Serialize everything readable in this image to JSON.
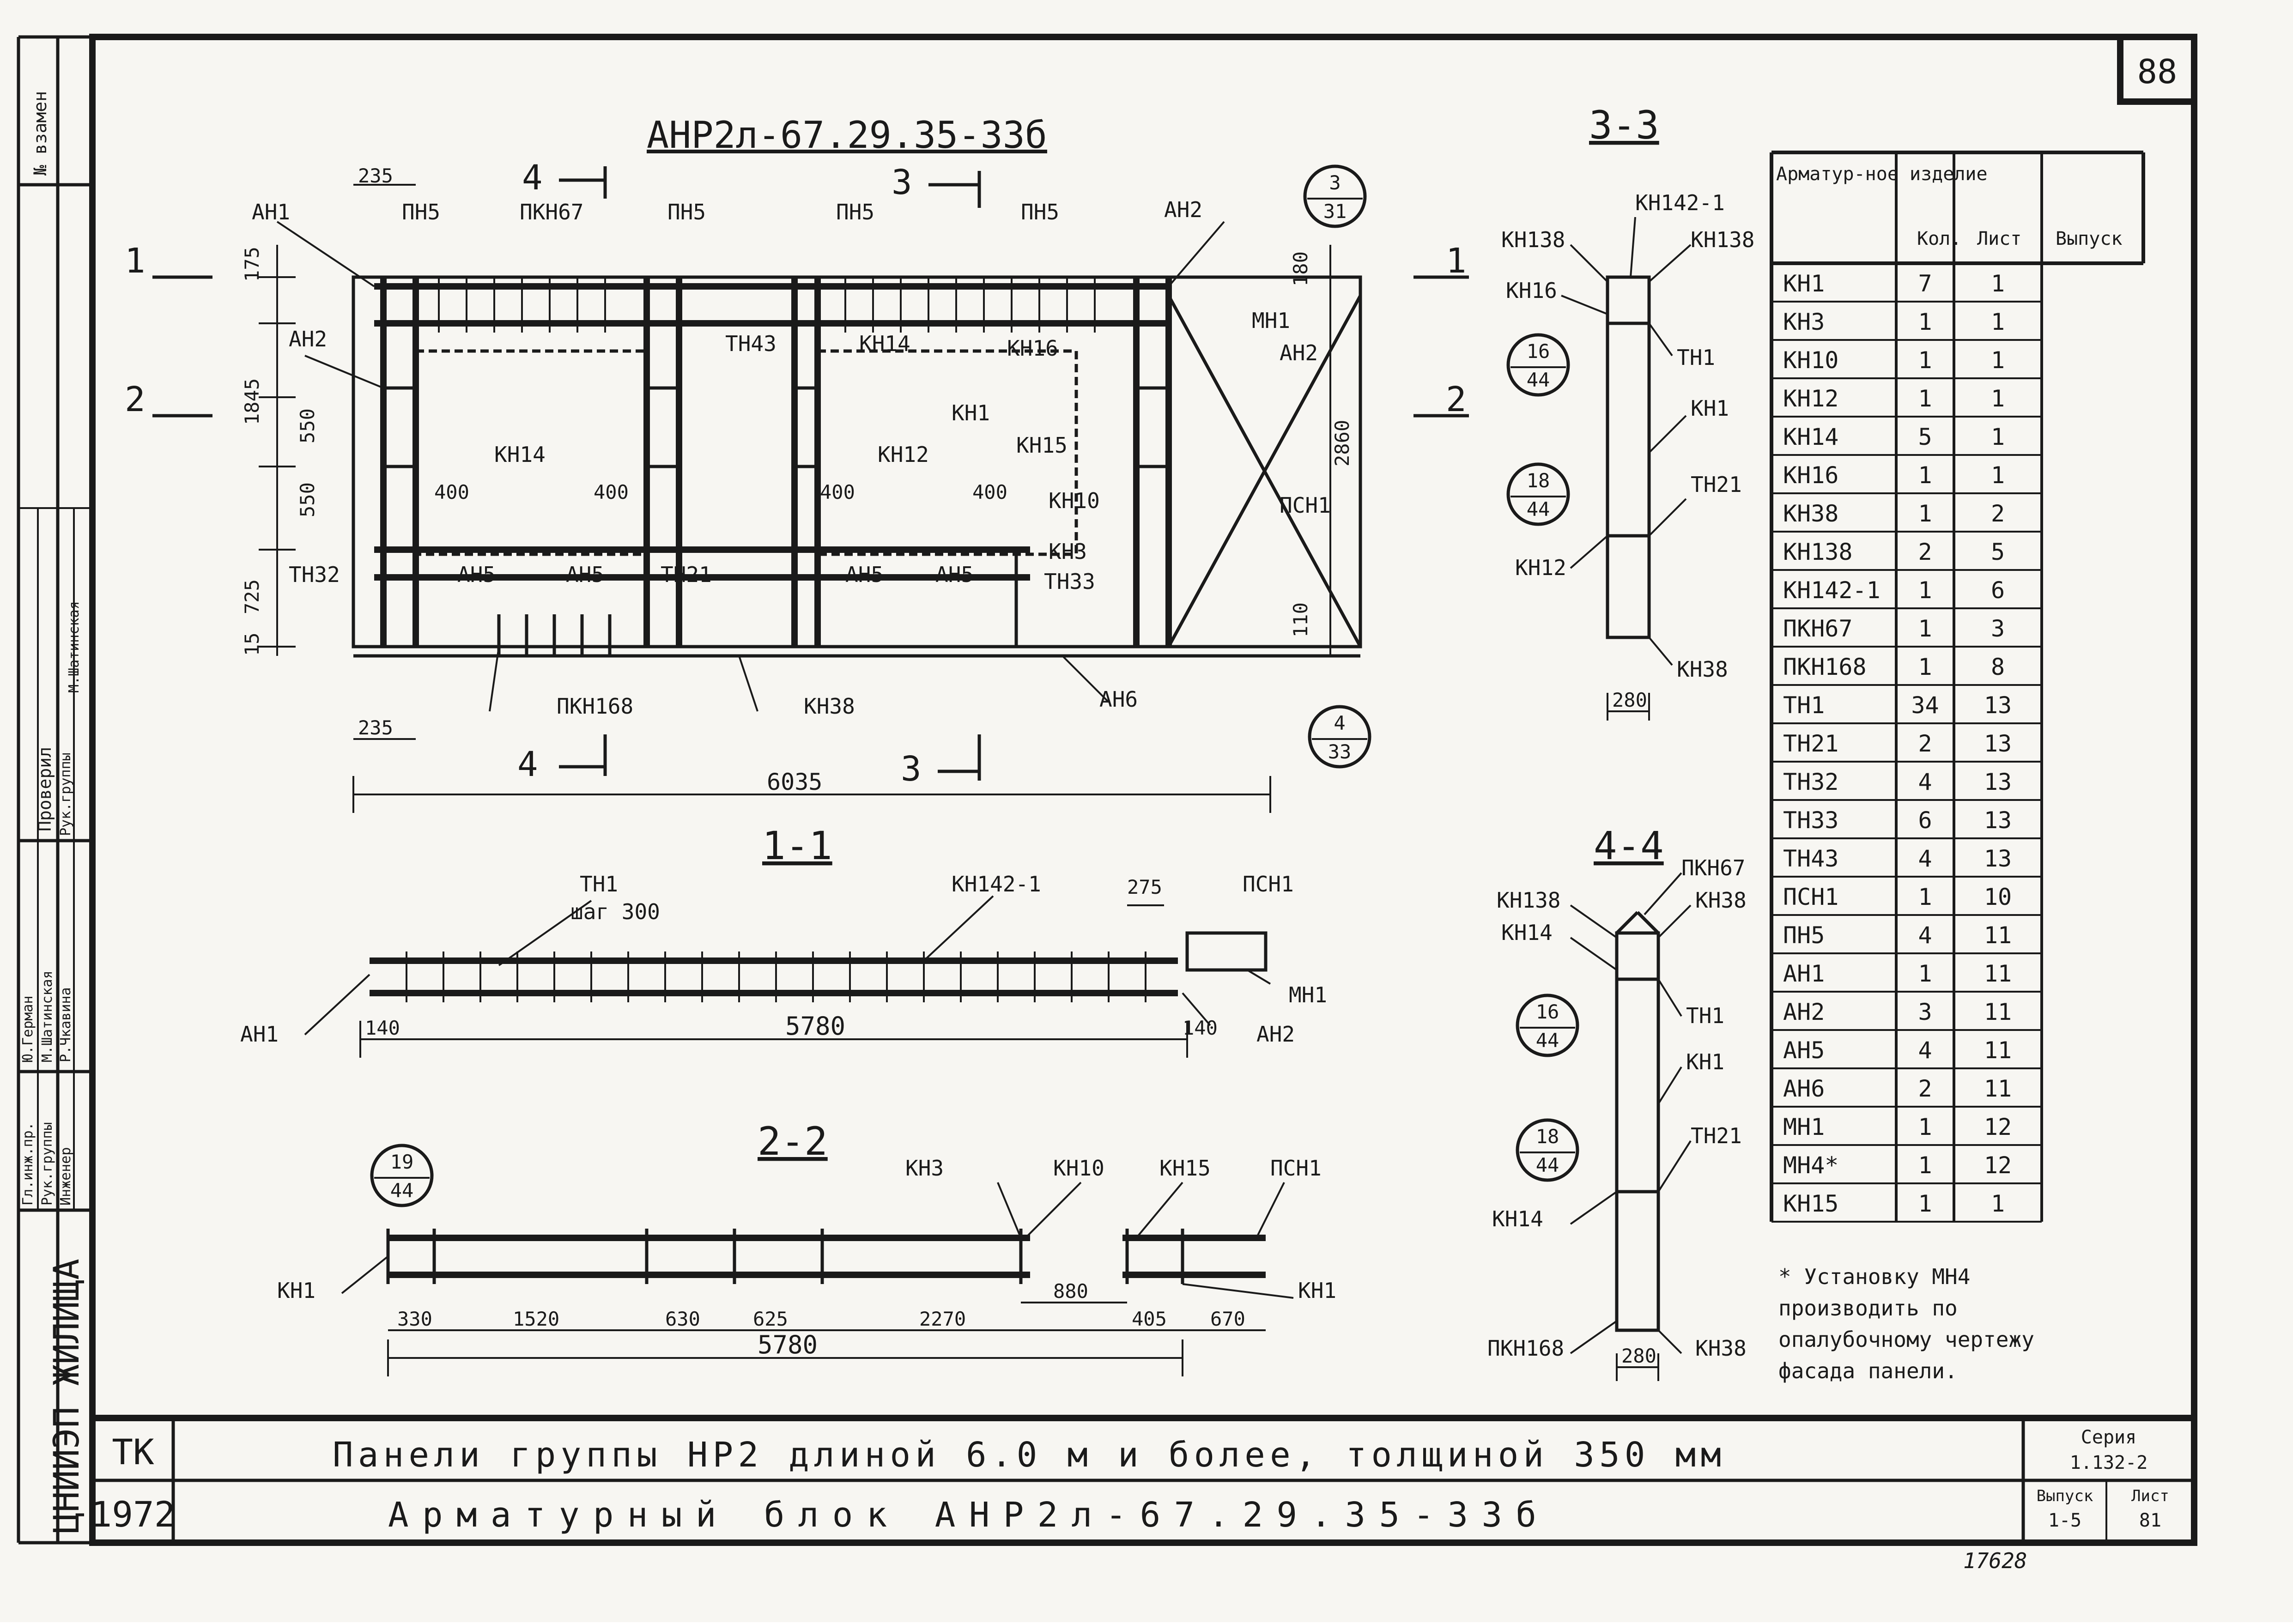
{
  "sheet_number": "88",
  "main_title": "АНР2л-67.29.35-33б",
  "series": {
    "label": "Серия",
    "value": "1.132-2"
  },
  "issue": {
    "label": "Выпуск",
    "value": "1-5"
  },
  "page": {
    "label": "Лист",
    "value": "81"
  },
  "org": "ЦНИИЭП ЖИЛИЩА",
  "tk": "ТК",
  "year": "1972",
  "title_line1": "Панели группы НР2 длиной 6.0 м и более, толщиной 350 мм",
  "title_line2": "Арматурный блок АНР2л-67.29.35-33б",
  "corner": "№ взамен",
  "checked": "Проверил",
  "inv": "17628",
  "signature_block": {
    "roles": [
      "Гл.инж.пр.",
      "Рук.группы",
      "Инженер"
    ],
    "names": [
      "Ю.Герман",
      "М.Шатинская",
      "Р.Чкавина"
    ],
    "checker_role": "Рук.группы",
    "checker_name": "М.Шатинская"
  },
  "table": {
    "headers": [
      "Арматур-ное изделие",
      "Кол.",
      "Лист",
      "Выпуск"
    ],
    "rows": [
      [
        "КН1",
        "7",
        "1"
      ],
      [
        "КН3",
        "1",
        "1"
      ],
      [
        "КН10",
        "1",
        "1"
      ],
      [
        "КН12",
        "1",
        "1"
      ],
      [
        "КН14",
        "5",
        "1"
      ],
      [
        "КН16",
        "1",
        "1"
      ],
      [
        "КН38",
        "1",
        "2"
      ],
      [
        "КН138",
        "2",
        "5"
      ],
      [
        "КН142-1",
        "1",
        "6"
      ],
      [
        "ПКН67",
        "1",
        "3"
      ],
      [
        "ПКН168",
        "1",
        "8"
      ],
      [
        "ТН1",
        "34",
        "13"
      ],
      [
        "ТН21",
        "2",
        "13"
      ],
      [
        "ТН32",
        "4",
        "13"
      ],
      [
        "ТН33",
        "6",
        "13"
      ],
      [
        "ТН43",
        "4",
        "13"
      ],
      [
        "ПСН1",
        "1",
        "10"
      ],
      [
        "ПН5",
        "4",
        "11"
      ],
      [
        "АН1",
        "1",
        "11"
      ],
      [
        "АН2",
        "3",
        "11"
      ],
      [
        "АН5",
        "4",
        "11"
      ],
      [
        "АН6",
        "2",
        "11"
      ],
      [
        "МН1",
        "1",
        "12"
      ],
      [
        "МН4*",
        "1",
        "12"
      ],
      [
        "КН15",
        "1",
        "1"
      ]
    ]
  },
  "note": "* Установку МН4 производить по опалубочному чертежу фасада панели.",
  "main_view": {
    "labels": [
      "АН1",
      "ПН5",
      "ПКН67",
      "ПН5",
      "ПН5",
      "ПН5",
      "АН2",
      "АН2",
      "ТН43",
      "КН14",
      "КН16",
      "МН1",
      "АН2",
      "КН1",
      "КН15",
      "КН14",
      "КН12",
      "КН10",
      "ПСН1",
      "ТН32",
      "АН5",
      "АН5",
      "ТН21",
      "АН5",
      "АН5",
      "КН3",
      "ТН33",
      "ПКН168",
      "КН38",
      "АН6"
    ],
    "dims": [
      "235",
      "175",
      "1845",
      "550",
      "550",
      "725",
      "15",
      "400",
      "400",
      "400",
      "400",
      "2860",
      "180",
      "110",
      "235",
      "6035"
    ],
    "cuts": [
      "1",
      "2",
      "1",
      "2",
      "3",
      "3",
      "4",
      "4"
    ],
    "callouts": [
      {
        "n": "3",
        "d": "31"
      },
      {
        "n": "4",
        "d": "33"
      }
    ]
  },
  "section_11": {
    "title": "1-1",
    "labels": [
      "ТН1",
      "шаг 300",
      "КН142-1",
      "ПСН1",
      "МН1",
      "АН1",
      "АН2"
    ],
    "dims": [
      "275",
      "140",
      "5780",
      "140"
    ]
  },
  "section_22": {
    "title": "2-2",
    "labels": [
      "КН3",
      "КН10",
      "КН15",
      "ПСН1",
      "КН1",
      "КН1"
    ],
    "dims": [
      "330",
      "1520",
      "630",
      "625",
      "2270",
      "880",
      "405",
      "670",
      "5780"
    ],
    "callout": {
      "n": "19",
      "d": "44"
    }
  },
  "section_33": {
    "title": "3-3",
    "labels": [
      "КН142-1",
      "КН138",
      "КН138",
      "КН16",
      "ТН1",
      "КН1",
      "ТН21",
      "КН12",
      "КН38"
    ],
    "dims": [
      "280"
    ],
    "callouts": [
      {
        "n": "16",
        "d": "44"
      },
      {
        "n": "18",
        "d": "44"
      }
    ]
  },
  "section_44": {
    "title": "4-4",
    "labels": [
      "ПКН67",
      "КН138",
      "КН14",
      "КН38",
      "ТН1",
      "КН1",
      "ТН21",
      "КН14",
      "ПКН168",
      "КН38"
    ],
    "dims": [
      "280"
    ],
    "callouts": [
      {
        "n": "16",
        "d": "44"
      },
      {
        "n": "18",
        "d": "44"
      }
    ]
  }
}
